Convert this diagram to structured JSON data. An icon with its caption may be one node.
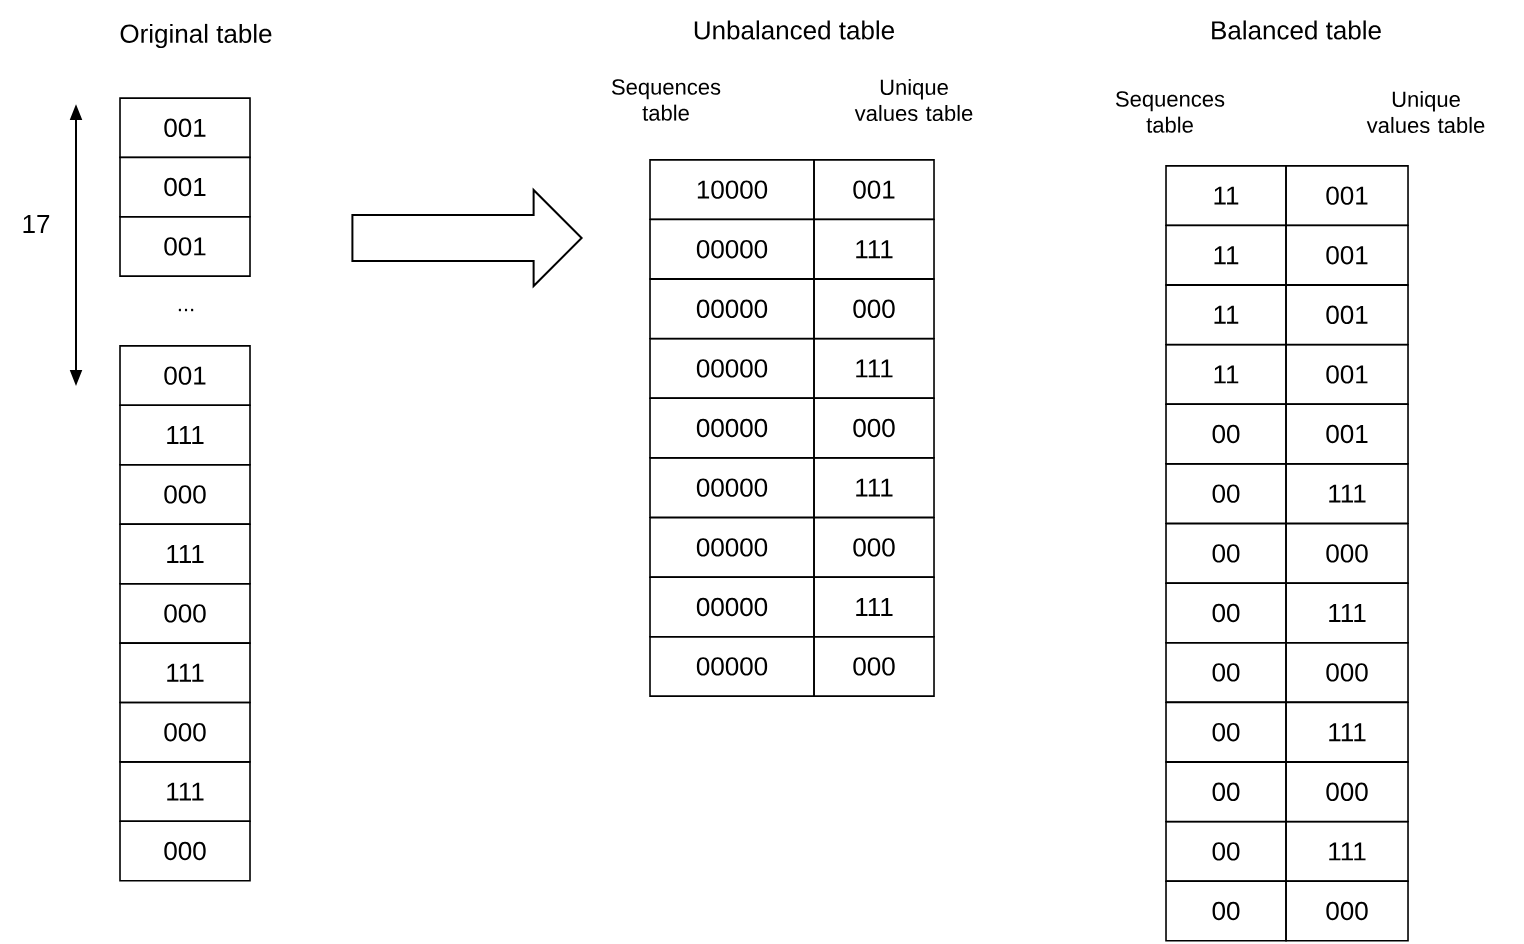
{
  "diagram": {
    "nodes": [
      {
        "text": [
          "Original table"
        ]
      },
      {
        "text": [
          "Unbalanced table"
        ]
      },
      {
        "text": [
          "Balanced table"
        ]
      }
    ],
    "edges": [
      {
        "from": 0,
        "to": 1,
        "arrow": "to"
      }
    ],
    "labels": [
      "17",
      "001",
      "001",
      "001",
      "...",
      "001",
      "111",
      "000",
      "111",
      "000",
      "111",
      "000",
      "111",
      "000",
      "Sequences table",
      "Unique values table",
      "10000",
      "001",
      "00000",
      "111",
      "00000",
      "000",
      "00000",
      "111",
      "00000",
      "000",
      "00000",
      "111",
      "00000",
      "000",
      "00000",
      "111",
      "00000",
      "000",
      "Sequences table",
      "Unique values table",
      "11",
      "001",
      "11",
      "001",
      "11",
      "001",
      "11",
      "001",
      "00",
      "001",
      "00",
      "111",
      "00",
      "000",
      "00",
      "111",
      "00",
      "000",
      "00",
      "111",
      "00",
      "000",
      "00",
      "111",
      "00",
      "000"
    ]
  }
}
